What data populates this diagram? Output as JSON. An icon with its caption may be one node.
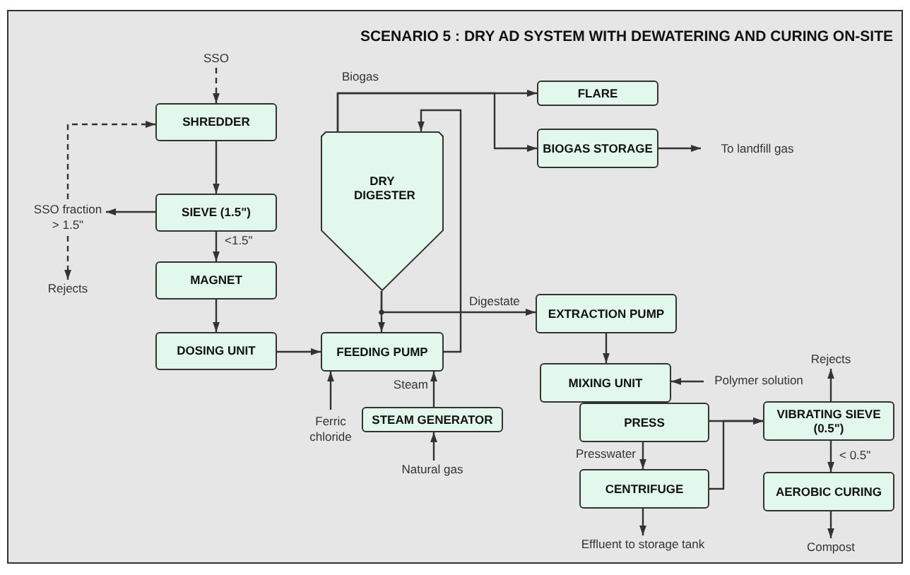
{
  "diagram": {
    "title": "SCENARIO 5 : DRY AD SYSTEM WITH DEWATERING AND CURING ON-SITE",
    "nodes": [
      {
        "text": [
          "SSO"
        ]
      },
      {
        "text": [
          "SHREDDER"
        ]
      },
      {
        "text": [
          "SIEVE (1.5\")"
        ]
      },
      {
        "text": [
          "SSO fraction > 1.5\""
        ]
      },
      {
        "text": [
          "Rejects"
        ]
      },
      {
        "text": [
          "MAGNET"
        ]
      },
      {
        "text": [
          "DOSING UNIT"
        ]
      },
      {
        "text": [
          "DRY DIGESTER"
        ]
      },
      {
        "text": [
          "FLARE"
        ]
      },
      {
        "text": [
          "BIOGAS STORAGE"
        ]
      },
      {
        "text": [
          "To landfill gas"
        ]
      },
      {
        "text": [
          "FEEDING PUMP"
        ]
      },
      {
        "text": [
          "Ferric chloride"
        ]
      },
      {
        "text": [
          "STEAM GENERATOR"
        ]
      },
      {
        "text": [
          "Natural gas"
        ]
      },
      {
        "text": [
          "EXTRACTION PUMP"
        ]
      },
      {
        "text": [
          "MIXING UNIT"
        ]
      },
      {
        "text": [
          "Polymer solution"
        ]
      },
      {
        "text": [
          "PRESS"
        ]
      },
      {
        "text": [
          "CENTRIFUGE"
        ]
      },
      {
        "text": [
          "Effluent to storage tank"
        ]
      },
      {
        "text": [
          "VIBRATING SIEVE (0.5\")"
        ]
      },
      {
        "text": [
          "Rejects"
        ]
      },
      {
        "text": [
          "AEROBIC CURING"
        ]
      },
      {
        "text": [
          "Compost"
        ]
      }
    ],
    "edges": [
      {
        "from": 0,
        "to": 1,
        "arrow": "to",
        "style": "dashed"
      },
      {
        "from": 3,
        "to": 1,
        "arrow": "to",
        "style": "dashed"
      },
      {
        "from": 3,
        "to": 4,
        "arrow": "to",
        "style": "dashed"
      },
      {
        "from": 1,
        "to": 2,
        "arrow": "to"
      },
      {
        "from": 2,
        "to": 3,
        "arrow": "to"
      },
      {
        "from": 2,
        "to": 5,
        "arrow": "to",
        "label": "<1.5\""
      },
      {
        "from": 5,
        "to": 6,
        "arrow": "to"
      },
      {
        "from": 6,
        "to": 11,
        "arrow": "to"
      },
      {
        "from": 7,
        "to": 8,
        "arrow": "to",
        "label": "Biogas"
      },
      {
        "from": 7,
        "to": 9,
        "arrow": "to"
      },
      {
        "from": 7,
        "to": 11,
        "arrow": "to"
      },
      {
        "from": 11,
        "to": 7,
        "arrow": "to"
      },
      {
        "from": 7,
        "to": 15,
        "arrow": "to",
        "label": "Digestate"
      },
      {
        "from": 12,
        "to": 11,
        "arrow": "to"
      },
      {
        "from": 13,
        "to": 11,
        "arrow": "to",
        "label": "Steam"
      },
      {
        "from": 14,
        "to": 13,
        "arrow": "to"
      },
      {
        "from": 9,
        "to": 10,
        "arrow": "to"
      },
      {
        "from": 15,
        "to": 16,
        "arrow": "to"
      },
      {
        "from": 17,
        "to": 16,
        "arrow": "to"
      },
      {
        "from": 18,
        "to": 19,
        "arrow": "to",
        "label": "Presswater"
      },
      {
        "from": 19,
        "to": 20,
        "arrow": "to"
      },
      {
        "from": 18,
        "to": 21,
        "arrow": "to"
      },
      {
        "from": 19,
        "to": 21,
        "arrow": "to"
      },
      {
        "from": 21,
        "to": 22,
        "arrow": "to"
      },
      {
        "from": 21,
        "to": 23,
        "arrow": "to",
        "label": "< 0.5\""
      },
      {
        "from": 23,
        "to": 24,
        "arrow": "to"
      }
    ]
  }
}
